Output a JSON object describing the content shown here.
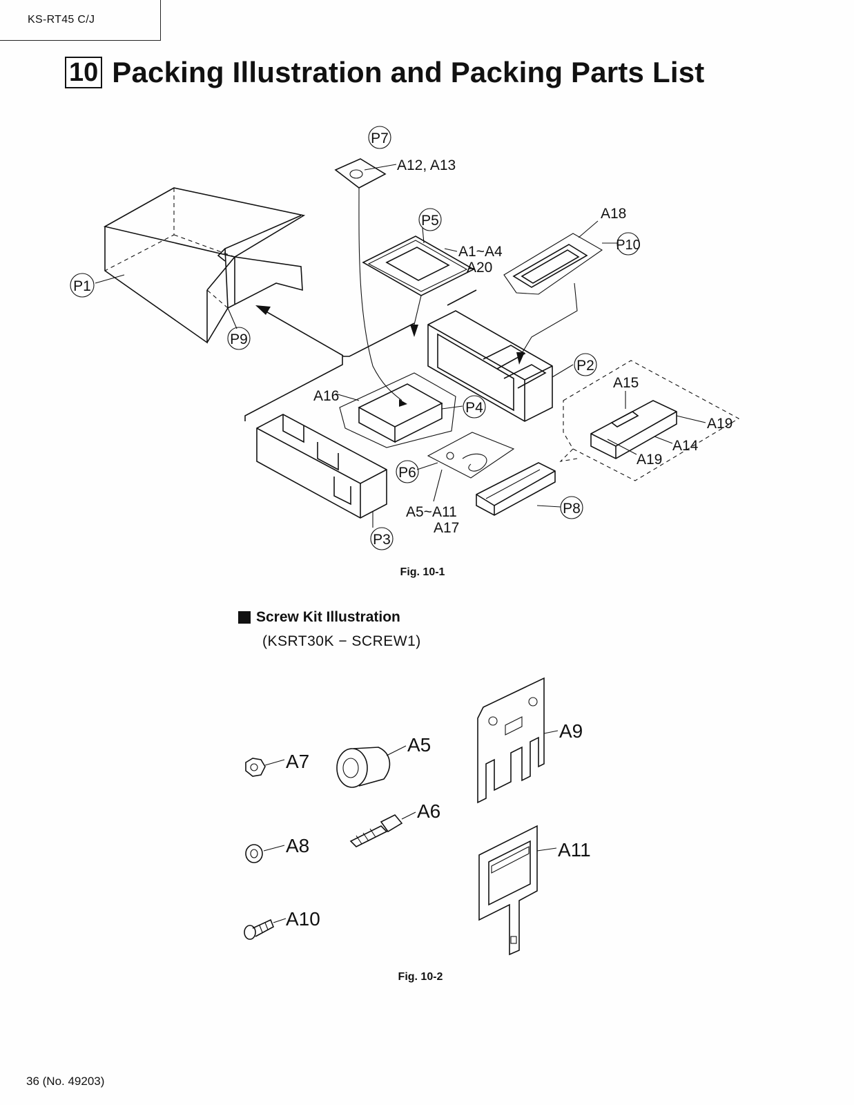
{
  "header": {
    "model": "KS-RT45 C/J"
  },
  "title": {
    "section_number": "10",
    "text": "Packing Illustration and Packing Parts List"
  },
  "figure1": {
    "caption": "Fig. 10-1",
    "callouts": {
      "p1": "P1",
      "p2": "P2",
      "p3": "P3",
      "p4": "P4",
      "p5": "P5",
      "p6": "P6",
      "p7": "P7",
      "p8": "P8",
      "p9": "P9",
      "p10": "P10"
    },
    "labels": {
      "a12_a13": "A12, A13",
      "a1_a4": "A1~A4",
      "a20": "A20",
      "a18": "A18",
      "a16": "A16",
      "a15": "A15",
      "a19_right": "A19",
      "a14": "A14",
      "a19_bottom": "A19",
      "a5_a11": "A5~A11",
      "a17": "A17"
    }
  },
  "screw_kit": {
    "title": "Screw Kit Illustration",
    "code": "(KSRT30K − SCREW1)",
    "caption": "Fig. 10-2",
    "labels": {
      "a5": "A5",
      "a6": "A6",
      "a7": "A7",
      "a8": "A8",
      "a9": "A9",
      "a10": "A10",
      "a11": "A11"
    }
  },
  "footer": {
    "page": "36 (No. 49203)"
  }
}
